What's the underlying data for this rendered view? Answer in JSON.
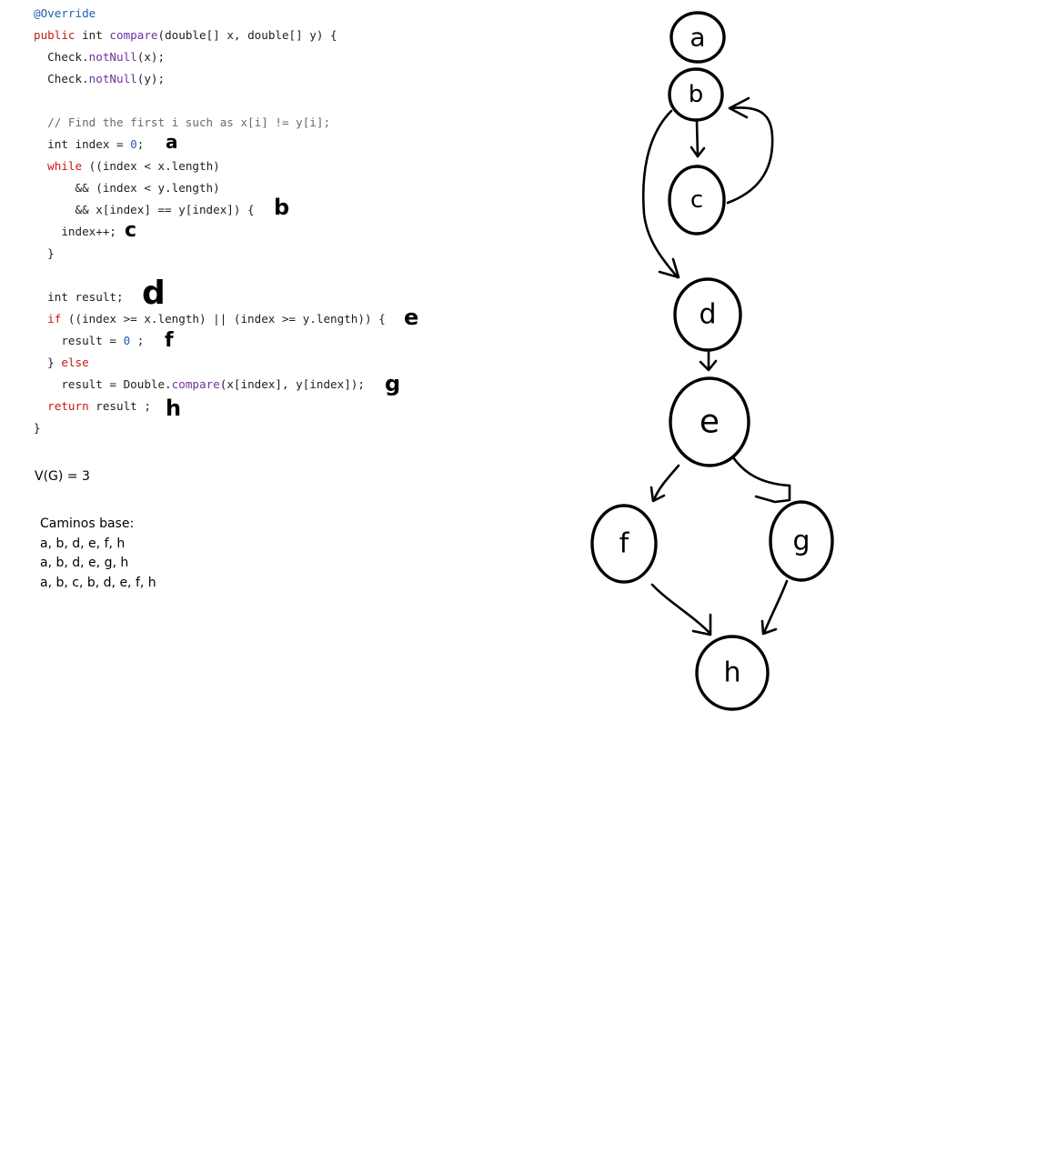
{
  "code": {
    "lines": [
      [
        {
          "t": "@Override",
          "c": "annotation"
        }
      ],
      [
        {
          "t": "public",
          "c": "kw"
        },
        {
          "t": " int ",
          "c": "plain"
        },
        {
          "t": "compare",
          "c": "method"
        },
        {
          "t": "(double[] x, double[] y) {",
          "c": "plain"
        }
      ],
      [
        {
          "t": "  Check.",
          "c": "plain"
        },
        {
          "t": "notNull",
          "c": "method"
        },
        {
          "t": "(x);",
          "c": "plain"
        }
      ],
      [
        {
          "t": "  Check.",
          "c": "plain"
        },
        {
          "t": "notNull",
          "c": "method"
        },
        {
          "t": "(y);",
          "c": "plain"
        }
      ],
      [],
      [
        {
          "t": "  // Find the first i such as x[i] != y[i];",
          "c": "comment"
        }
      ],
      [
        {
          "t": "  int index = ",
          "c": "plain"
        },
        {
          "t": "0",
          "c": "number"
        },
        {
          "t": ";",
          "c": "plain"
        }
      ],
      [
        {
          "t": "  ",
          "c": "plain"
        },
        {
          "t": "while",
          "c": "kw"
        },
        {
          "t": " ((index < x.length)",
          "c": "plain"
        }
      ],
      [
        {
          "t": "      && (index < y.length)",
          "c": "plain"
        }
      ],
      [
        {
          "t": "      && x[index] == y[index]) {",
          "c": "plain"
        }
      ],
      [
        {
          "t": "    index++;",
          "c": "plain"
        }
      ],
      [
        {
          "t": "  }",
          "c": "plain"
        }
      ],
      [],
      [
        {
          "t": "  int result;",
          "c": "plain"
        }
      ],
      [
        {
          "t": "  ",
          "c": "plain"
        },
        {
          "t": "if",
          "c": "kw"
        },
        {
          "t": " ((index >= x.length) || (index >= y.length)) {",
          "c": "plain"
        }
      ],
      [
        {
          "t": "    result = ",
          "c": "plain"
        },
        {
          "t": "0",
          "c": "number"
        },
        {
          "t": " ;",
          "c": "plain"
        }
      ],
      [
        {
          "t": "  } ",
          "c": "plain"
        },
        {
          "t": "else",
          "c": "kw"
        }
      ],
      [
        {
          "t": "    result = Double.",
          "c": "plain"
        },
        {
          "t": "compare",
          "c": "method"
        },
        {
          "t": "(x[index], y[index]);",
          "c": "plain"
        }
      ],
      [
        {
          "t": "  ",
          "c": "plain"
        },
        {
          "t": "return",
          "c": "kw"
        },
        {
          "t": " result ;",
          "c": "plain"
        }
      ],
      [
        {
          "t": "}",
          "c": "plain"
        }
      ]
    ],
    "annotations": [
      {
        "label": "a",
        "line": 6
      },
      {
        "label": "b",
        "line": 9
      },
      {
        "label": "c",
        "line": 10
      },
      {
        "label": "d",
        "line": 13
      },
      {
        "label": "e",
        "line": 14
      },
      {
        "label": "f",
        "line": 15
      },
      {
        "label": "g",
        "line": 17
      },
      {
        "label": "h",
        "line": 18
      }
    ]
  },
  "complexity_text": "V(G) = 3",
  "paths": {
    "title": "Caminos base:",
    "items": [
      "a, b, d, e, f, h",
      "a, b, d, e, g, h",
      "a, b, c, b, d, e, f, h"
    ]
  },
  "graph": {
    "nodes": [
      {
        "id": "a",
        "label": "a"
      },
      {
        "id": "b",
        "label": "b"
      },
      {
        "id": "c",
        "label": "c"
      },
      {
        "id": "d",
        "label": "d"
      },
      {
        "id": "e",
        "label": "e"
      },
      {
        "id": "f",
        "label": "f"
      },
      {
        "id": "g",
        "label": "g"
      },
      {
        "id": "h",
        "label": "h"
      }
    ],
    "edges": [
      {
        "from": "b",
        "to": "c"
      },
      {
        "from": "c",
        "to": "b"
      },
      {
        "from": "b",
        "to": "d"
      },
      {
        "from": "d",
        "to": "e"
      },
      {
        "from": "e",
        "to": "f"
      },
      {
        "from": "e",
        "to": "g"
      },
      {
        "from": "f",
        "to": "h"
      },
      {
        "from": "g",
        "to": "h"
      }
    ],
    "stroke_color": "#000000"
  }
}
